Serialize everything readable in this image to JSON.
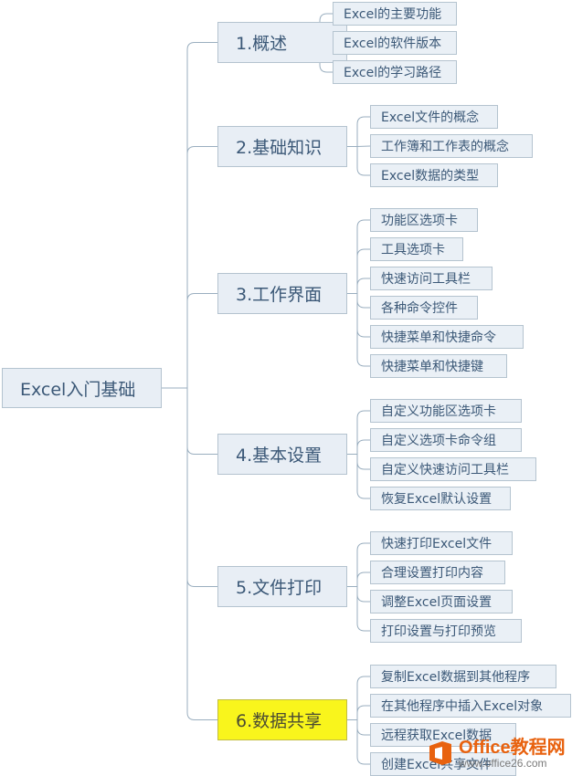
{
  "colors": {
    "line": "#9aaebf",
    "node_fill": "#e8eef5",
    "node_border": "#b4c3cf",
    "node_text": "#3b5877",
    "highlight": "#f9f51c"
  },
  "root": {
    "label": "Excel入门基础"
  },
  "branches": [
    {
      "label": "1.概述",
      "children": [
        "Excel的主要功能",
        "Excel的软件版本",
        "Excel的学习路径"
      ]
    },
    {
      "label": "2.基础知识",
      "children": [
        "Excel文件的概念",
        "工作簿和工作表的概念",
        "Excel数据的类型"
      ]
    },
    {
      "label": "3.工作界面",
      "children": [
        "功能区选项卡",
        "工具选项卡",
        "快速访问工具栏",
        "各种命令控件",
        "快捷菜单和快捷命令",
        "快捷菜单和快捷键"
      ]
    },
    {
      "label": "4.基本设置",
      "children": [
        "自定义功能区选项卡",
        "自定义选项卡命令组",
        "自定义快速访问工具栏",
        "恢复Excel默认设置"
      ]
    },
    {
      "label": "5.文件打印",
      "children": [
        "快速打印Excel文件",
        "合理设置打印内容",
        "调整Excel页面设置",
        "打印设置与打印预览"
      ]
    },
    {
      "label": "6.数据共享",
      "highlighted": true,
      "children": [
        "复制Excel数据到其他程序",
        "在其他程序中插入Excel对象",
        "远程获取Excel数据",
        "创建Excel共享文件"
      ]
    }
  ],
  "watermark": {
    "brand": "Office教程网",
    "url": "www.office26.com",
    "icon": "office-logo-icon"
  }
}
